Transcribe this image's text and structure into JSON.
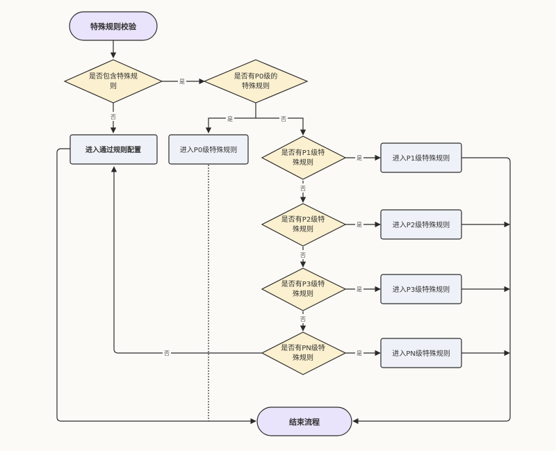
{
  "nodes": {
    "start": "特殊规则校验",
    "q_special_1": "是否包含特殊规",
    "q_special_2": "则",
    "q_p0_1": "是否有P0级的",
    "q_p0_2": "特殊规则",
    "general_config": "进入通过规则配置",
    "enter_p0": "进入P0级特殊规则",
    "q_p1_1": "是否有P1级特",
    "q_p1_2": "殊规则",
    "enter_p1": "进入P1级特殊规则",
    "q_p2_1": "是否有P2级特",
    "q_p2_2": "殊规则",
    "enter_p2": "进入P2级特殊规则",
    "q_p3_1": "是否有P3级特",
    "q_p3_2": "殊规则",
    "enter_p3": "进入P3级特殊规则",
    "q_pn_1": "是否有PN级特",
    "q_pn_2": "殊规则",
    "enter_pn": "进入PN级特殊规则",
    "end": "结束流程"
  },
  "labels": {
    "yes": "是",
    "no": "否"
  },
  "colors": {
    "terminal_fill": "#e9e3fb",
    "decision_fill": "#fbf0cf",
    "process_fill": "#eef1f7",
    "stroke": "#2a2a2a"
  }
}
